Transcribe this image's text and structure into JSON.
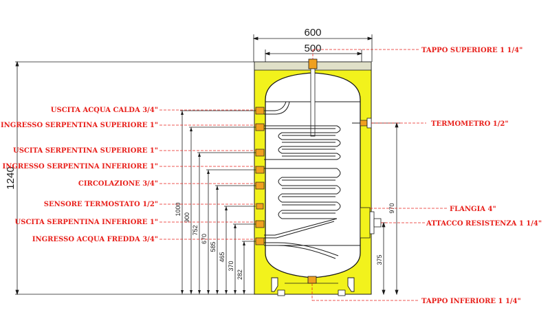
{
  "diagram": {
    "top_dims": {
      "outer": "600",
      "inner": "500"
    },
    "height_dim": "1240",
    "left_dims": [
      "1000",
      "900",
      "752",
      "670",
      "585",
      "465",
      "370",
      "282"
    ],
    "right_dims": {
      "upper": "970",
      "lower": "375"
    },
    "labels_left": [
      "USCITA ACQUA CALDA 3/4\"",
      "INGRESSO SERPENTINA SUPERIORE 1\"",
      "USCITA SERPENTINA SUPERIORE 1\"",
      "INGRESSO SERPENTINA INFERIORE 1\"",
      "CIRCOLAZIONE 3/4\"",
      "SENSORE TERMOSTATO 1/2\"",
      "USCITA SERPENTINA INFERIORE 1\"",
      "INGRESSO ACQUA FREDDA 3/4\""
    ],
    "labels_right": {
      "top_plug": "TAPPO SUPERIORE 1 1/4\"",
      "thermometer": "TERMOMETRO 1/2\"",
      "flange": "FLANGIA 4\"",
      "heater": "ATTACCO RESISTENZA 1 1/4\"",
      "bottom_plug": "TAPPO INFERIORE 1 1/4\""
    },
    "colors": {
      "insulation": "#f2f21c",
      "label": "#e8201b",
      "fitting": "#f0a020",
      "line": "#1a1a1a"
    }
  }
}
